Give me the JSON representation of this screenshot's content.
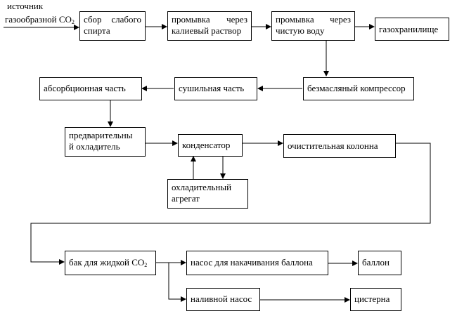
{
  "source": {
    "line1": "источник",
    "line2": "газообразной CO",
    "line2_sub": "2"
  },
  "boxes": {
    "weak_alcohol": {
      "line1": "сбор слабого",
      "line2": "спирта"
    },
    "potassium_wash": {
      "line1": "промывка через",
      "line2": "калиевый раствор"
    },
    "water_wash": {
      "line1": "промывка через",
      "line2": "чистую воду"
    },
    "gas_holder": {
      "label": "газохранилище"
    },
    "oilfree_compressor": {
      "label": "безмасляный компрессор"
    },
    "drying": {
      "label": "сушильная часть"
    },
    "absorption": {
      "label": "абсорбционная часть"
    },
    "precooler": {
      "line1": "предварительны",
      "line2": "й охладитель"
    },
    "condenser": {
      "label": "конденсатор"
    },
    "purification_column": {
      "label": "очистительная колонна"
    },
    "cooling_unit": {
      "line1": "охладительный",
      "line2": "агрегат"
    },
    "liquid_tank": {
      "label": "бак для жидкой CO",
      "sub": "2"
    },
    "cylinder_pump": {
      "label": "насос для накачивания баллона"
    },
    "cylinder": {
      "label": "баллон"
    },
    "filling_pump": {
      "label": "наливной насос"
    },
    "cistern": {
      "label": "цистерна"
    }
  }
}
